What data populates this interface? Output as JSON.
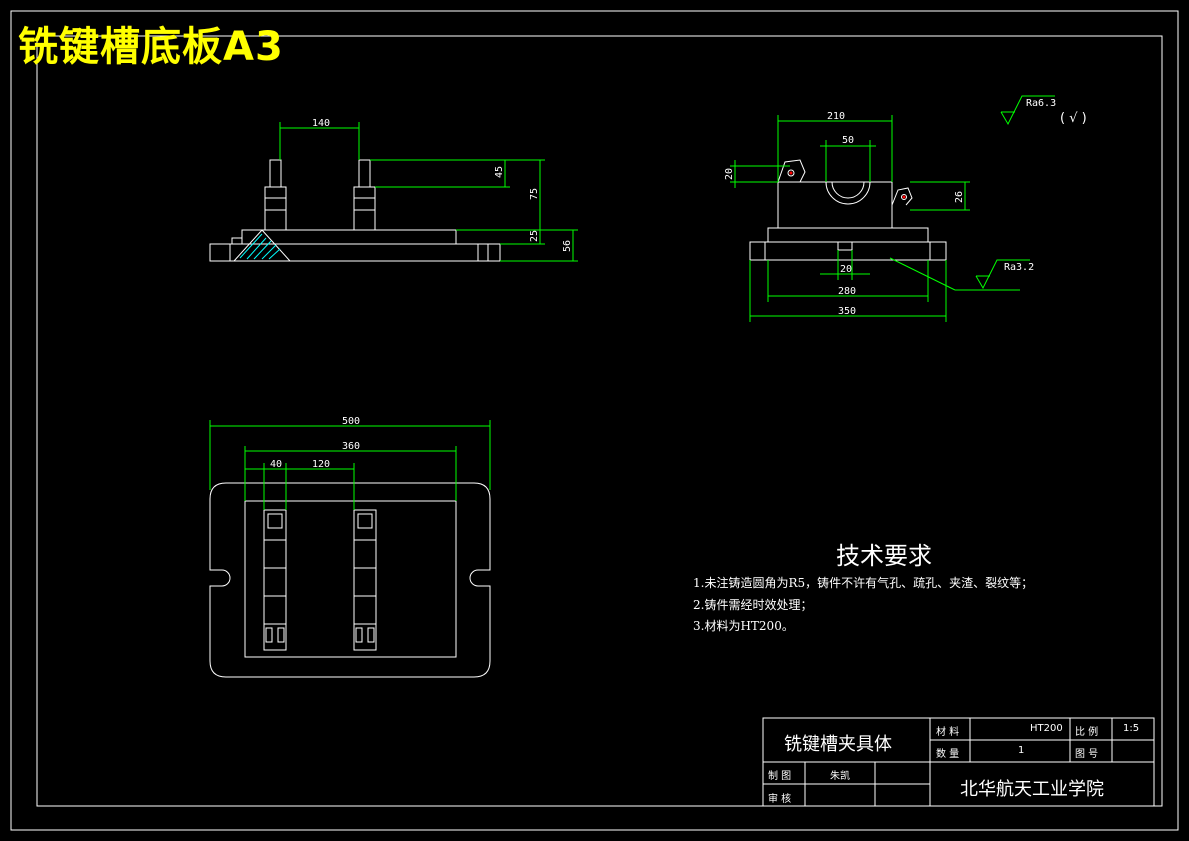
{
  "drawing_title": "铣键槽底板A3",
  "technical_requirements": {
    "heading": "技术要求",
    "items": [
      "1.未注铸造圆角为R5，铸件不许有气孔、疏孔、夹渣、裂纹等；",
      "2.铸件需经时效处理；",
      "3.材料为HT200。"
    ]
  },
  "title_block": {
    "part_name": "铣键槽夹具体",
    "material_label": "材 料",
    "material_value": "HT200",
    "scale_label": "比 例",
    "scale_value": "1:5",
    "quantity_label": "数 量",
    "quantity_value": "1",
    "drawing_no_label": "图 号",
    "drafter_label": "制 图",
    "drafter_value": "朱凯",
    "reviewer_label": "审 核",
    "school": "北华航天工业学院"
  },
  "dimensions": {
    "front_view": [
      "140",
      "45",
      "75",
      "25",
      "56"
    ],
    "side_view": [
      "210",
      "50",
      "20",
      "26",
      "20",
      "280",
      "350"
    ],
    "top_view": [
      "500",
      "360",
      "40",
      "120"
    ]
  },
  "surface_finish": {
    "general": "Ra6.3",
    "general_note": "( √ )",
    "local": "Ra3.2"
  },
  "colors": {
    "title": "#ffff00",
    "outline": "#ffffff",
    "dimension": "#00ff00",
    "hatch": "#00ffff",
    "background": "#000000"
  }
}
